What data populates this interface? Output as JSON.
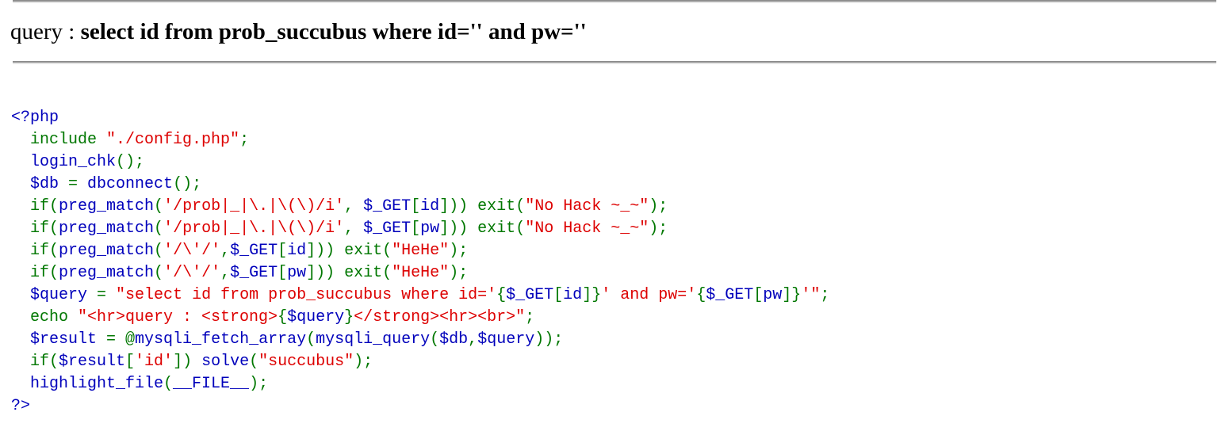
{
  "page": {
    "background": "#ffffff"
  },
  "query_bar": {
    "label": "query : ",
    "query": "select id from prob_succubus where id='' and pw=''"
  },
  "code": {
    "palette": {
      "k": "#007700",
      "d": "#0000BB",
      "s": "#DD0000"
    },
    "lines": [
      [
        [
          "d",
          "<?php"
        ]
      ],
      [
        [
          "k",
          "  include "
        ],
        [
          "s",
          "\"./config.php\""
        ],
        [
          "k",
          ";"
        ]
      ],
      [
        [
          "d",
          "  login_chk"
        ],
        [
          "k",
          "();"
        ]
      ],
      [
        [
          "d",
          "  $db "
        ],
        [
          "k",
          "= "
        ],
        [
          "d",
          "dbconnect"
        ],
        [
          "k",
          "();"
        ]
      ],
      [
        [
          "k",
          "  if("
        ],
        [
          "d",
          "preg_match"
        ],
        [
          "k",
          "("
        ],
        [
          "s",
          "'/prob|_|\\.|\\(\\)/i'"
        ],
        [
          "k",
          ", "
        ],
        [
          "d",
          "$_GET"
        ],
        [
          "k",
          "["
        ],
        [
          "d",
          "id"
        ],
        [
          "k",
          "])) exit("
        ],
        [
          "s",
          "\"No Hack ~_~\""
        ],
        [
          "k",
          ");"
        ]
      ],
      [
        [
          "k",
          "  if("
        ],
        [
          "d",
          "preg_match"
        ],
        [
          "k",
          "("
        ],
        [
          "s",
          "'/prob|_|\\.|\\(\\)/i'"
        ],
        [
          "k",
          ", "
        ],
        [
          "d",
          "$_GET"
        ],
        [
          "k",
          "["
        ],
        [
          "d",
          "pw"
        ],
        [
          "k",
          "])) exit("
        ],
        [
          "s",
          "\"No Hack ~_~\""
        ],
        [
          "k",
          ");"
        ]
      ],
      [
        [
          "k",
          "  if("
        ],
        [
          "d",
          "preg_match"
        ],
        [
          "k",
          "("
        ],
        [
          "s",
          "'/\\'/'"
        ],
        [
          "k",
          ","
        ],
        [
          "d",
          "$_GET"
        ],
        [
          "k",
          "["
        ],
        [
          "d",
          "id"
        ],
        [
          "k",
          "])) exit("
        ],
        [
          "s",
          "\"HeHe\""
        ],
        [
          "k",
          ");"
        ]
      ],
      [
        [
          "k",
          "  if("
        ],
        [
          "d",
          "preg_match"
        ],
        [
          "k",
          "("
        ],
        [
          "s",
          "'/\\'/'"
        ],
        [
          "k",
          ","
        ],
        [
          "d",
          "$_GET"
        ],
        [
          "k",
          "["
        ],
        [
          "d",
          "pw"
        ],
        [
          "k",
          "])) exit("
        ],
        [
          "s",
          "\"HeHe\""
        ],
        [
          "k",
          ");"
        ]
      ],
      [
        [
          "d",
          "  $query "
        ],
        [
          "k",
          "= "
        ],
        [
          "s",
          "\"select id from prob_succubus where id='"
        ],
        [
          "k",
          "{"
        ],
        [
          "d",
          "$_GET"
        ],
        [
          "k",
          "["
        ],
        [
          "d",
          "id"
        ],
        [
          "k",
          "]}"
        ],
        [
          "s",
          "' and pw='"
        ],
        [
          "k",
          "{"
        ],
        [
          "d",
          "$_GET"
        ],
        [
          "k",
          "["
        ],
        [
          "d",
          "pw"
        ],
        [
          "k",
          "]}"
        ],
        [
          "s",
          "'\""
        ],
        [
          "k",
          ";"
        ]
      ],
      [
        [
          "k",
          "  echo "
        ],
        [
          "s",
          "\"<hr>query : <strong>"
        ],
        [
          "k",
          "{"
        ],
        [
          "d",
          "$query"
        ],
        [
          "k",
          "}"
        ],
        [
          "s",
          "</strong><hr><br>\""
        ],
        [
          "k",
          ";"
        ]
      ],
      [
        [
          "d",
          "  $result "
        ],
        [
          "k",
          "= @"
        ],
        [
          "d",
          "mysqli_fetch_array"
        ],
        [
          "k",
          "("
        ],
        [
          "d",
          "mysqli_query"
        ],
        [
          "k",
          "("
        ],
        [
          "d",
          "$db"
        ],
        [
          "k",
          ","
        ],
        [
          "d",
          "$query"
        ],
        [
          "k",
          "));"
        ]
      ],
      [
        [
          "k",
          "  if("
        ],
        [
          "d",
          "$result"
        ],
        [
          "k",
          "["
        ],
        [
          "s",
          "'id'"
        ],
        [
          "k",
          "]) "
        ],
        [
          "d",
          "solve"
        ],
        [
          "k",
          "("
        ],
        [
          "s",
          "\"succubus\""
        ],
        [
          "k",
          ");"
        ]
      ],
      [
        [
          "d",
          "  highlight_file"
        ],
        [
          "k",
          "("
        ],
        [
          "d",
          "__FILE__"
        ],
        [
          "k",
          ");"
        ]
      ],
      [
        [
          "d",
          "?>"
        ]
      ]
    ]
  }
}
